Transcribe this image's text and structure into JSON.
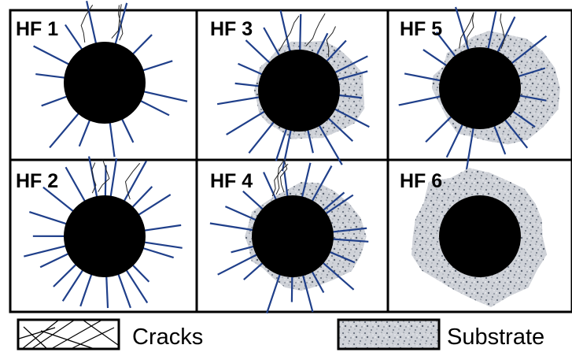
{
  "panels": [
    {
      "label": "HF 1",
      "substrate": 0,
      "crack_density": 14
    },
    {
      "label": "HF 3",
      "substrate": 0.45,
      "crack_density": 20
    },
    {
      "label": "HF 5",
      "substrate": 0.75,
      "crack_density": 16
    },
    {
      "label": "HF 2",
      "substrate": 0,
      "crack_density": 22
    },
    {
      "label": "HF 4",
      "substrate": 0.55,
      "crack_density": 20
    },
    {
      "label": "HF 6",
      "substrate": 1.0,
      "crack_density": 0
    }
  ],
  "legend": {
    "cracks_label": "Cracks",
    "substrate_label": "Substrate"
  },
  "colors": {
    "core": "#000000",
    "crack": "#1f3f8a",
    "border": "#000000",
    "substrate_base": "#c9ccd2"
  }
}
